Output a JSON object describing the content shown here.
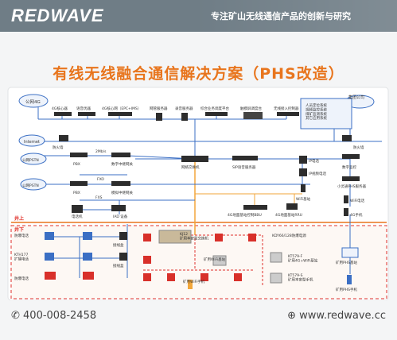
{
  "header": {
    "logo_text": "REDWAVE",
    "slogan": "专注矿山无线通信产品的创新与研究",
    "bg_color": "#6f7d86"
  },
  "title": "有线无线融合通信解决方案（PHS改造）",
  "labels": {
    "net_4g": "公网4G",
    "core_4g": "4G核心器",
    "voice_gw": "语音优器",
    "core_4g_epc": "4G核心网（EPC+IMS）",
    "pbx_server": "网管服务器",
    "record_server": "录音服务器",
    "dispatch_platform": "综合业务调度平台",
    "dispatch_console": "触摸屏调度台",
    "wireless_ctrl": "无线接入控制器",
    "sys_list": "人员定位系统\n视频监控系统\n煤矿监测系统\n其它应用系统",
    "group_company": "集团公司",
    "internet": "Internet",
    "firewall_l": "防火墙",
    "firewall_r": "防火墙",
    "pstn_1": "公网PSTN",
    "pstn_2": "公网PSTN",
    "rate_2m": "2Mb/s",
    "pbx_1": "PBX",
    "digital_relay": "数字中继网关",
    "fxo": "FXO",
    "pbx_2": "PBX",
    "analog_relay": "模拟中继网关",
    "fxs": "FXS",
    "phone": "电话机",
    "iad": "IAD 设备",
    "net_switch": "网络交换机",
    "sip_server": "SIP语音服务器",
    "ip_phone": "IP电话",
    "ip_video_phone": "IP视频电话",
    "wifi_ap": "WiFi基站",
    "digital_monitor": "数字监控",
    "small_phs": "小灵通PHS服务器",
    "wifi_phone": "WiFi电话",
    "bbu_4g": "4G地面基站控制BBU",
    "rru_4g": "4G地面基站RRU",
    "phone_4g": "4G手机",
    "ground": "井上",
    "underground": "井下",
    "explosion_phone_1": "防爆电话",
    "kth177": "KTH177\n扩播电话",
    "explosion_phone_2": "防爆电话",
    "junction_1": "接线盒",
    "junction_2": "接线盒",
    "kj12": "KJ12\n矿用本安型交换机",
    "mine_wifi_ap": "矿用WiFi基站",
    "mine_wifi_phone": "矿用WiFi手机",
    "kdy": "KDY66/128防爆电源",
    "kt579f": "KT579-F\n矿用4G+WiFi基站",
    "kt579s": "KT579-S\n矿用本安型手机",
    "mine_phs_ap": "矿用PHS基站",
    "mine_phs_phone": "矿用PHS手机"
  },
  "footer": {
    "phone": "400-008-2458",
    "website": "www.redwave.cc"
  },
  "colors": {
    "accent": "#e8751d",
    "blue_line": "#3b6fc4",
    "orange_line": "#f2a63a",
    "red_dash": "#e0312b",
    "device_dark": "#2d2d2d",
    "device_red": "#d8302a"
  }
}
